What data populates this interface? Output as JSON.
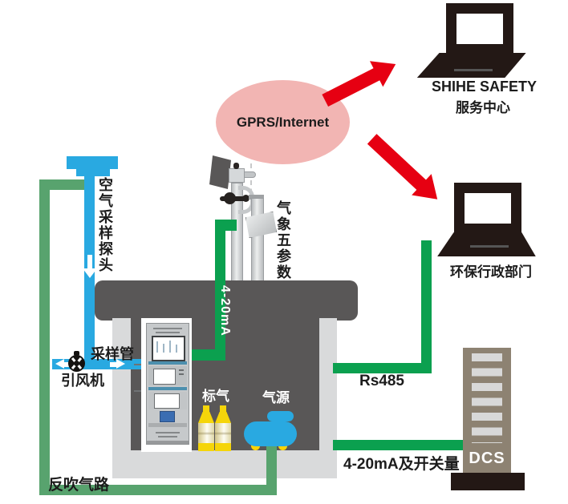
{
  "cloud": {
    "label": "GPRS/Internet"
  },
  "endpoints": {
    "safety_center": {
      "name": "SHIHE SAFETY",
      "dept": "服务中心"
    },
    "epa": {
      "label": "环保行政部门"
    },
    "dcs": {
      "label": "DCS"
    }
  },
  "labels": {
    "air_probe": "空气采样探头",
    "sampling_tube": "采样管",
    "draft_fan": "引风机",
    "blowback_path": "反吹气路",
    "weather_params": "气象五参数",
    "signal_420": "4-20mA",
    "rs485": "Rs485",
    "signal_420_switch": "4-20mA及开关量",
    "std_gas": "标气",
    "gas_source": "气源"
  },
  "colors": {
    "pipe_blue": "#29a9e1",
    "signal_green": "#0ba04f",
    "purge_green": "#58a36e",
    "shelter_dark": "#595757",
    "shelter_light": "#d9dadb",
    "cloud_pink": "#f2b5b3",
    "arrow_red": "#e60012",
    "dcs_tower": "#8d8272",
    "cyl_yellow": "#f5d50a",
    "laptop_black": "#231815"
  }
}
